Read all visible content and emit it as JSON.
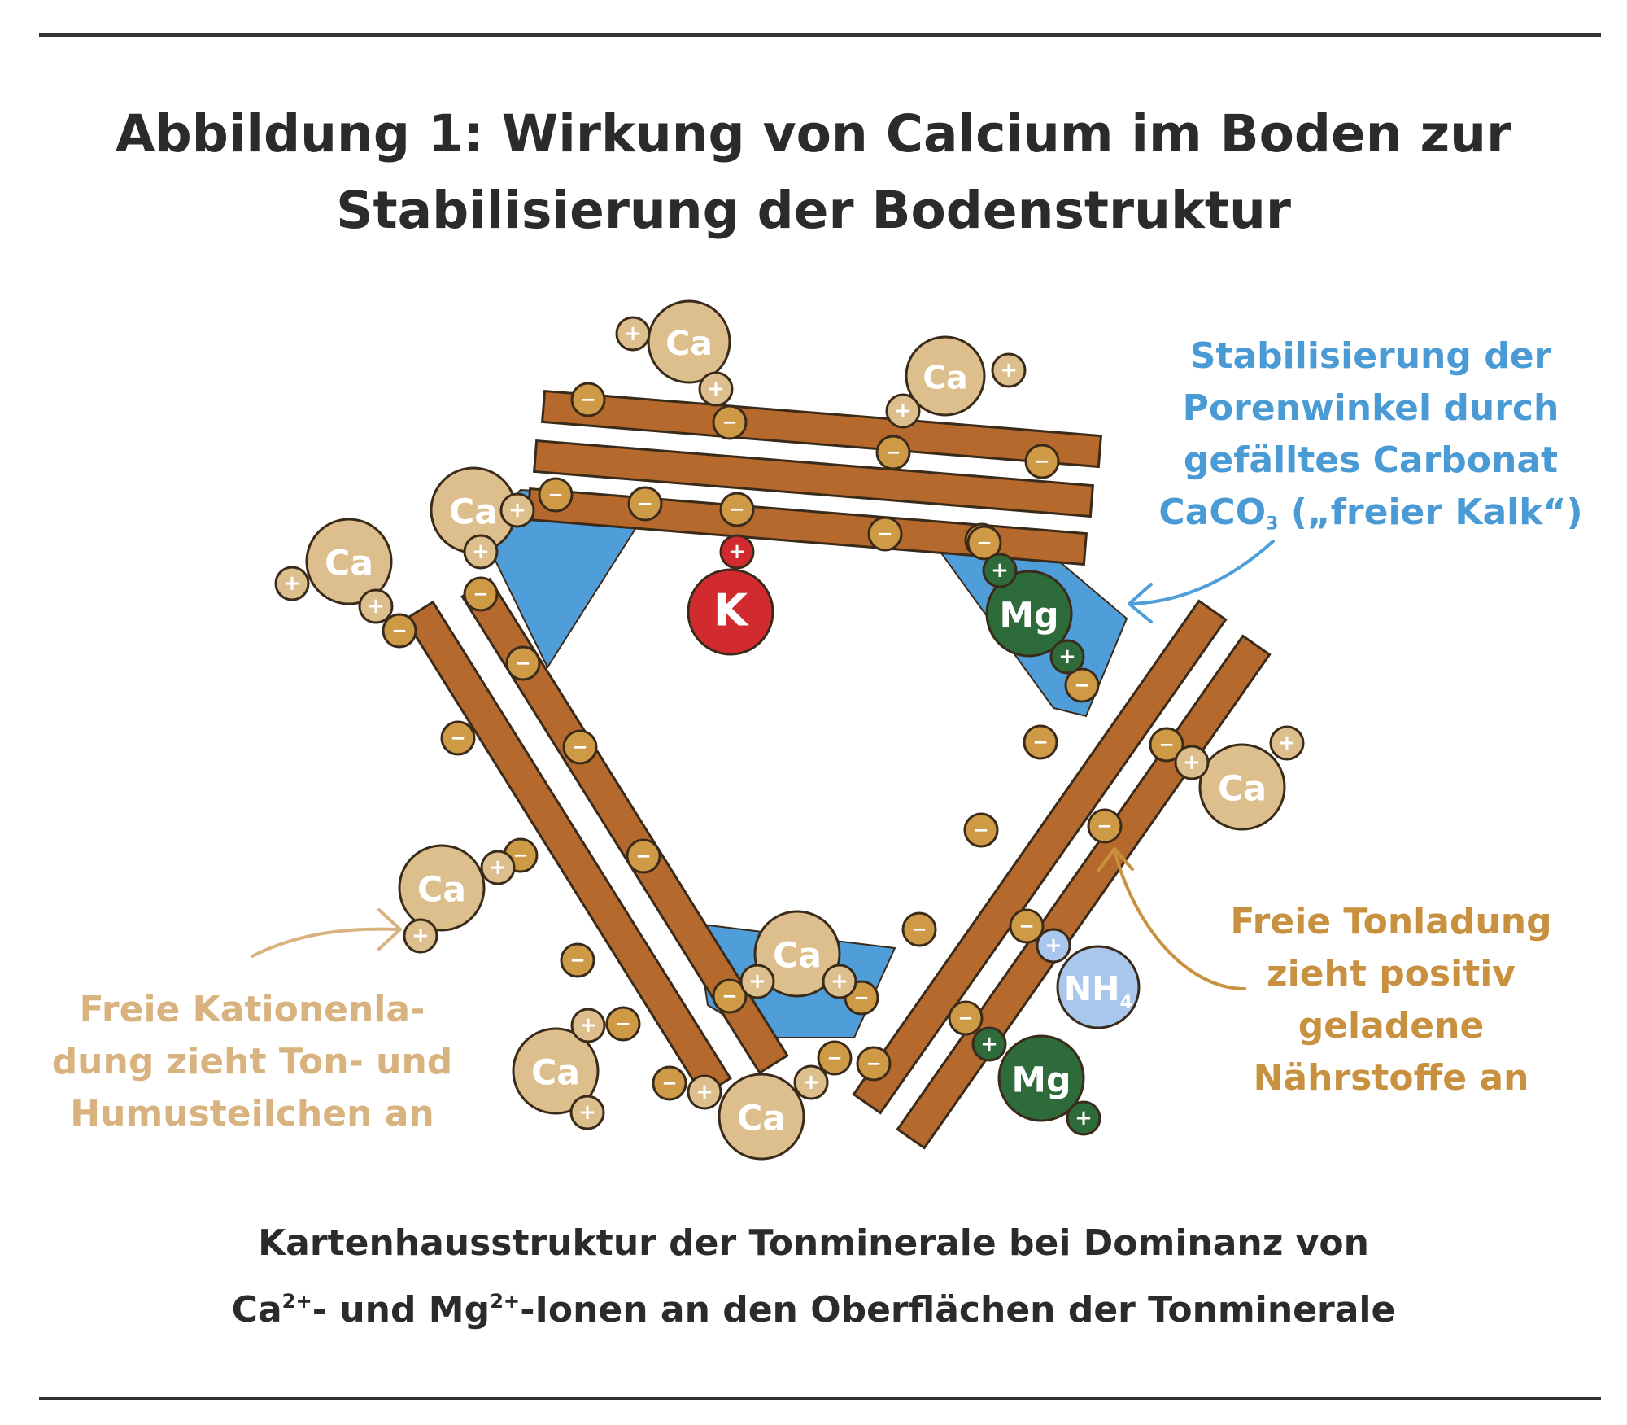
{
  "title": {
    "line1": "Abbildung 1: Wirkung von Calcium im Boden zur",
    "line2": "Stabilisierung der Bodenstruktur"
  },
  "annotations": {
    "porenwinkel": {
      "line1": "Stabilisierung der",
      "line2": "Porenwinkel durch",
      "line3": "gefälltes Carbonat",
      "line4_a": "CaCO",
      "line4_sub": "3",
      "line4_b": " („freier Kalk“)"
    },
    "tonladung": {
      "line1": "Freie Tonladung",
      "line2": "zieht positiv",
      "line3": "geladene",
      "line4": "Nährstoffe an"
    },
    "kationenladung": {
      "line1": "Freie Kationenla-",
      "line2": "dung zieht Ton- und",
      "line3": "Humusteilchen an"
    }
  },
  "ions": {
    "ca": "Ca",
    "k": "K",
    "mg": "Mg",
    "nh4": "NH",
    "nh4_sub": "4",
    "plus": "+",
    "minus": "−"
  },
  "caption": {
    "line1": "Kartenhausstruktur der Tonminerale bei Dominanz von",
    "line2_a": "Ca",
    "line2_sup1": "2+",
    "line2_b": "- und Mg",
    "line2_sup2": "2+",
    "line2_c": "-Ionen an den Oberflächen der Tonminerale"
  },
  "colors": {
    "clay": "#b5692d",
    "carbonate": "#4f9ed9",
    "calcium": "#dcbf8c",
    "potassium": "#d12a2f",
    "magnesium": "#2e6b3a",
    "ammonium": "#a9c7ec",
    "charge_badge": "#cf9a45",
    "outline": "#3a2a1a"
  }
}
